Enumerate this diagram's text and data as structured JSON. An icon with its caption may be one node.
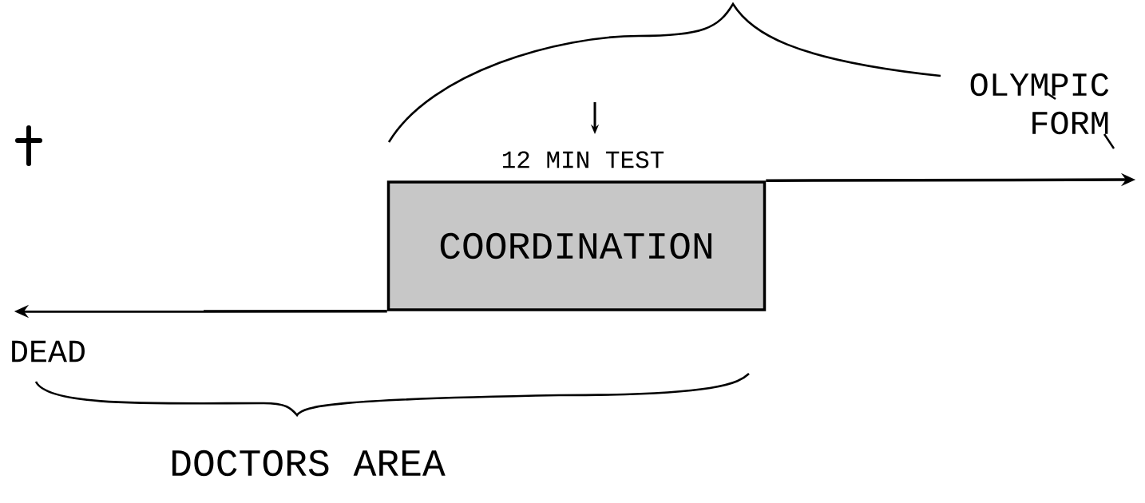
{
  "diagram": {
    "nodes": [
      {
        "text": [
          "COORDINATION"
        ]
      },
      {
        "text": [
          "DEAD"
        ]
      },
      {
        "text": [
          "OLYMPIC FORM"
        ]
      }
    ],
    "edges": [
      {
        "from": 0,
        "to": 1,
        "arrow": "to"
      },
      {
        "from": 0,
        "to": 2,
        "arrow": "to"
      }
    ],
    "labels": [
      "12 MIN TEST",
      "DOCTORS AREA"
    ]
  }
}
